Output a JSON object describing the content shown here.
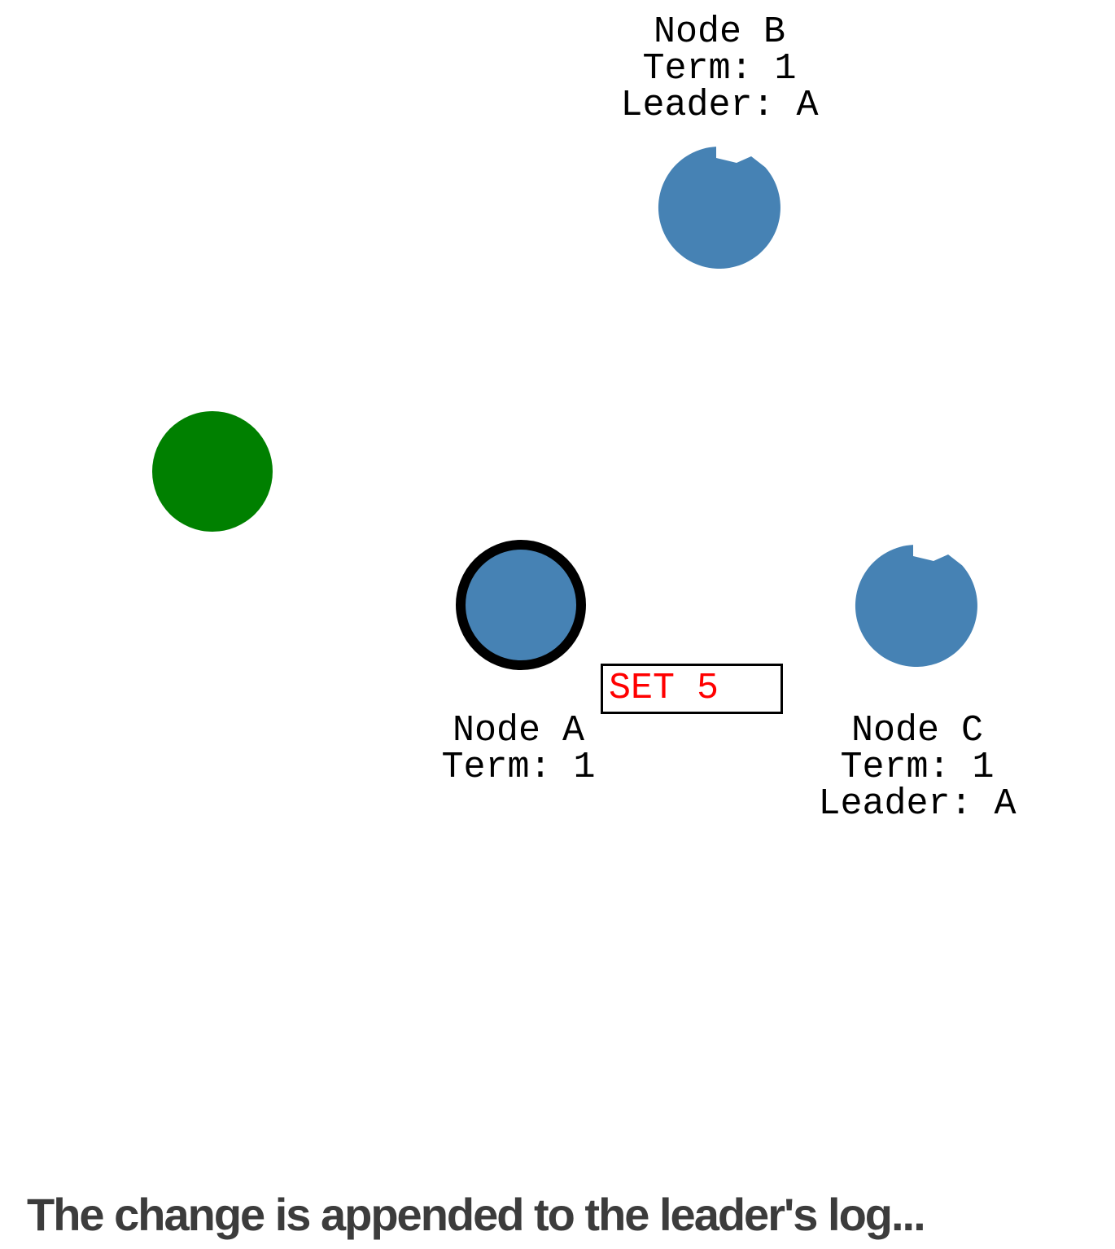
{
  "nodes": {
    "b": {
      "name": "Node B",
      "term": "Term: 1",
      "leader": "Leader: A"
    },
    "a": {
      "name": "Node A",
      "term": "Term: 1"
    },
    "c": {
      "name": "Node C",
      "term": "Term: 1",
      "leader": "Leader: A"
    }
  },
  "client_message": {
    "text": "SET 5"
  },
  "caption": "The change is appended to the leader's log...",
  "colors": {
    "follower_fill": "#4682B4",
    "leader_fill": "#4682B4",
    "leader_ring": "#000000",
    "client_fill": "#008000",
    "message_text": "#FF0000",
    "message_border": "#000000",
    "label_text": "#000000",
    "caption_text": "#3c3c3c"
  }
}
